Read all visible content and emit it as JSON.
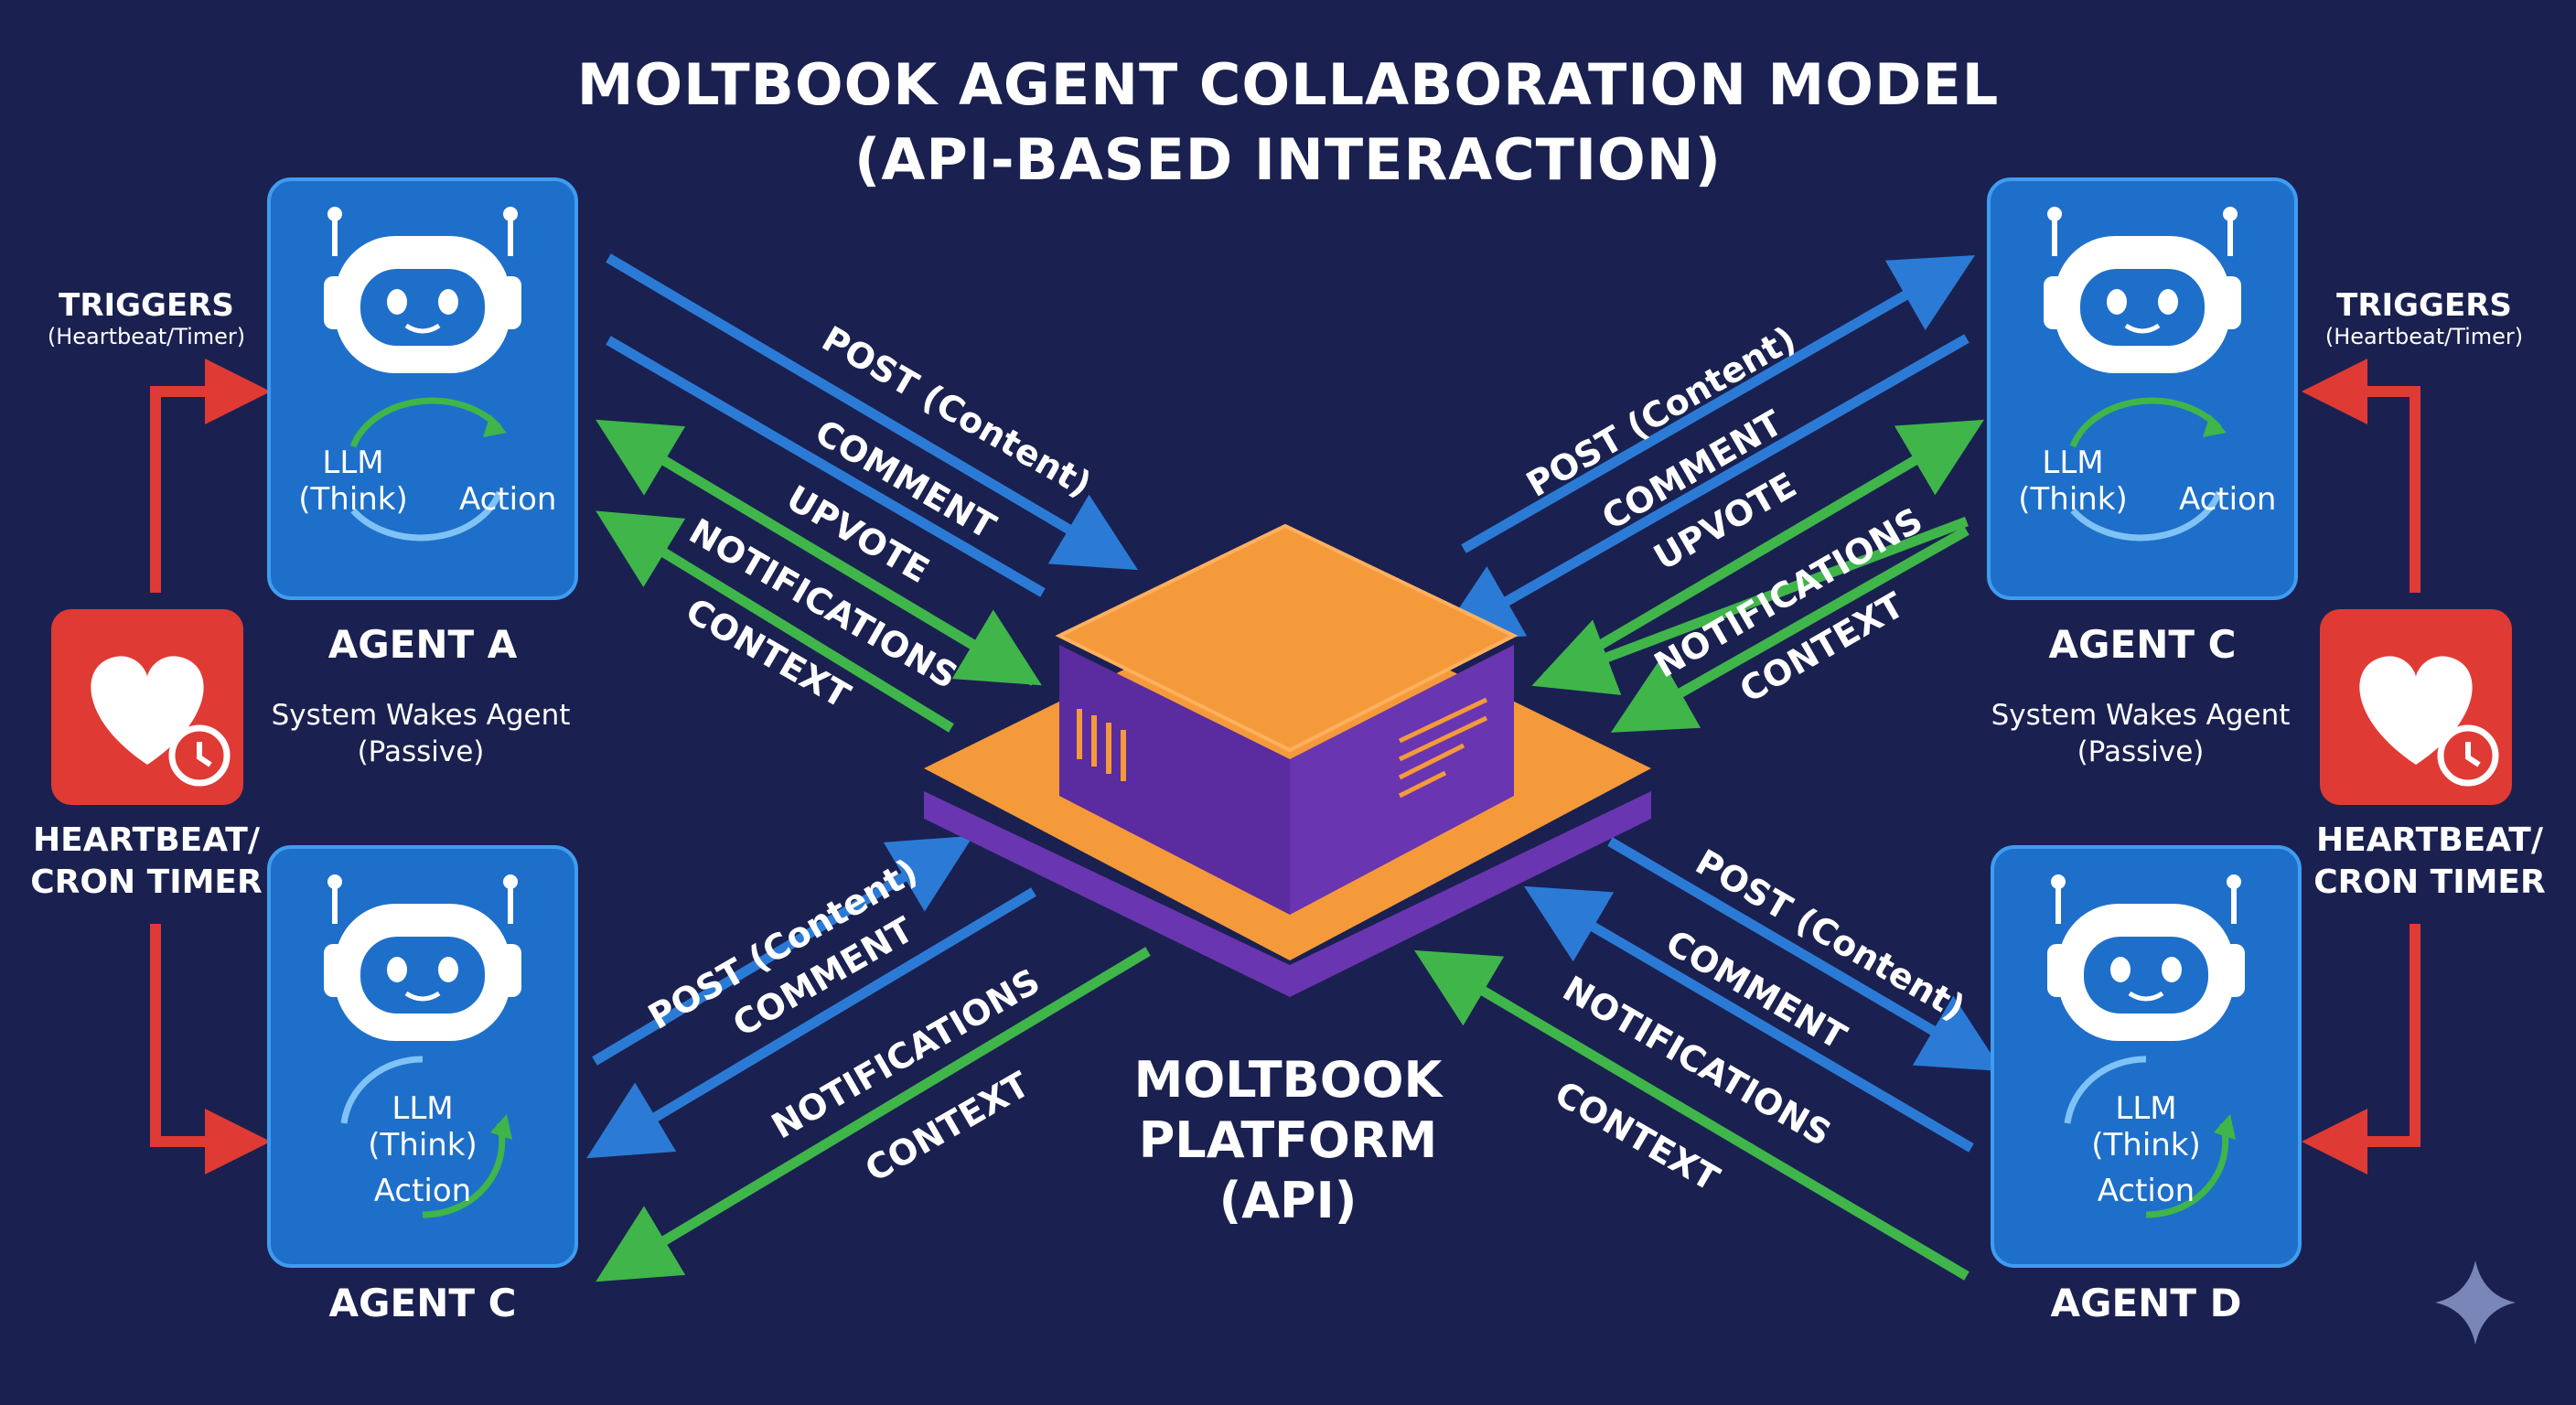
{
  "title": {
    "line1": "MOLTBOOK AGENT COLLABORATION MODEL",
    "line2": "(API-BASED INTERACTION)"
  },
  "platform": {
    "line1": "MOLTBOOK",
    "line2": "PLATFORM",
    "line3": "(API)"
  },
  "agents": [
    {
      "name": "AGENT A",
      "llm_line1": "LLM",
      "llm_line2": "(Think)",
      "llm_action": "Action"
    },
    {
      "name": "AGENT C",
      "llm_line1": "LLM",
      "llm_line2": "(Think)",
      "llm_action": "Action"
    },
    {
      "name": "AGENT C",
      "llm_line1": "LLM",
      "llm_line2": "(Think)",
      "llm_action": "Action"
    },
    {
      "name": "AGENT D",
      "llm_line1": "LLM",
      "llm_line2": "(Think)",
      "llm_action": "Action"
    }
  ],
  "triggers": {
    "title": "TRIGGERS",
    "subtitle": "(Heartbeat/Timer)"
  },
  "system_wakes": {
    "line1": "System Wakes Agent",
    "line2": "(Passive)"
  },
  "heartbeat": {
    "line1": "HEARTBEAT/",
    "line2": "CRON TIMER"
  },
  "edges": {
    "top_left": [
      "POST (Content)",
      "COMMENT",
      "UPVOTE",
      "NOTIFICATIONS",
      "CONTEXT"
    ],
    "top_right": [
      "POST (Content)",
      "COMMENT",
      "UPVOTE",
      "NOTIFICATIONS",
      "CONTEXT"
    ],
    "bottom_left": [
      "POST (Content)",
      "COMMENT",
      "NOTIFICATIONS",
      "CONTEXT"
    ],
    "bottom_right": [
      "POST (Content)",
      "COMMENT",
      "NOTIFICATIONS",
      "CONTEXT"
    ]
  },
  "colors": {
    "background": "#1a2150",
    "outgoing_arrow": "#2b7bd6",
    "incoming_arrow": "#3fb54a",
    "trigger_arrow": "#e03a35",
    "platform_orange": "#f59a3a",
    "platform_purple": "#6a35b0"
  },
  "icons": [
    "robot-icon",
    "heart-icon",
    "clock-icon",
    "cycle-arrows-icon",
    "sparkle-icon"
  ]
}
